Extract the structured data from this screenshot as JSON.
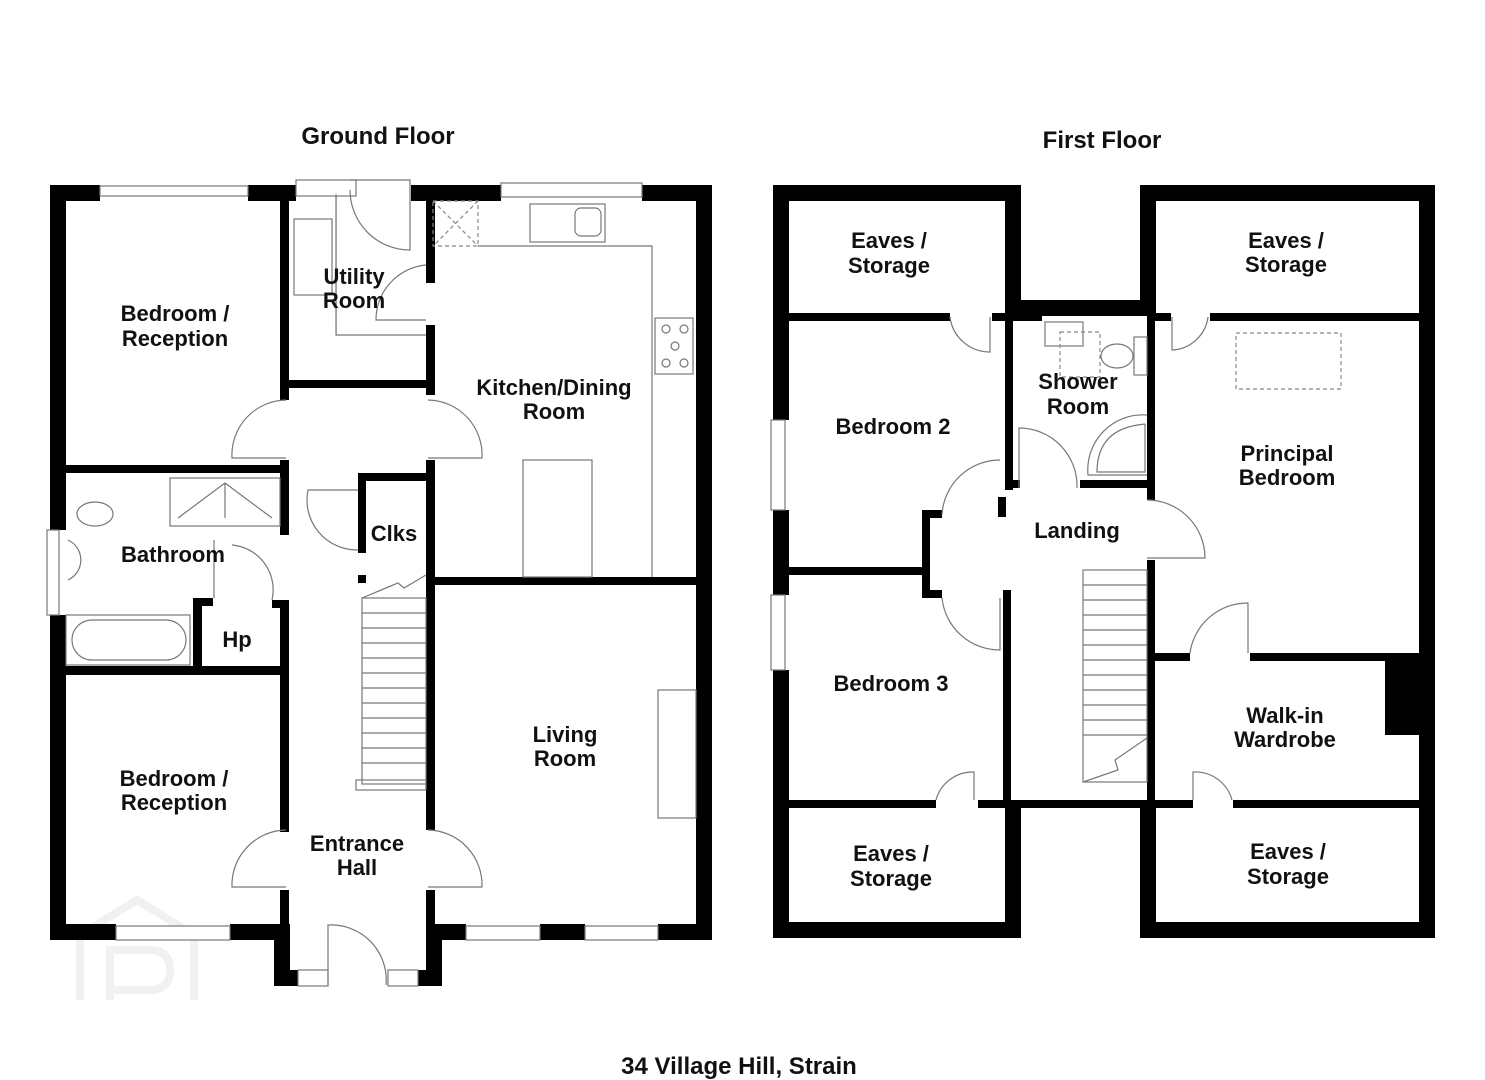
{
  "plan": {
    "address": "34 Village Hill, Strain",
    "watermark": "property-pal-logo",
    "floors": [
      {
        "name": "Ground Floor",
        "rooms": [
          {
            "id": "gf-bedroom-reception-1",
            "lines": [
              "Bedroom /",
              "Reception"
            ]
          },
          {
            "id": "gf-utility-room",
            "lines": [
              "Utility",
              "Room"
            ]
          },
          {
            "id": "gf-kitchen-dining",
            "lines": [
              "Kitchen/Dining",
              "Room"
            ]
          },
          {
            "id": "gf-bathroom",
            "lines": [
              "Bathroom"
            ]
          },
          {
            "id": "gf-clks",
            "lines": [
              "Clks"
            ]
          },
          {
            "id": "gf-hp",
            "lines": [
              "Hp"
            ]
          },
          {
            "id": "gf-living-room",
            "lines": [
              "Living",
              "Room"
            ]
          },
          {
            "id": "gf-bedroom-reception-2",
            "lines": [
              "Bedroom /",
              "Reception"
            ]
          },
          {
            "id": "gf-entrance-hall",
            "lines": [
              "Entrance",
              "Hall"
            ]
          }
        ]
      },
      {
        "name": "First Floor",
        "rooms": [
          {
            "id": "ff-eaves-storage-1",
            "lines": [
              "Eaves /",
              "Storage"
            ]
          },
          {
            "id": "ff-eaves-storage-2",
            "lines": [
              "Eaves /",
              "Storage"
            ]
          },
          {
            "id": "ff-bedroom-2",
            "lines": [
              "Bedroom 2"
            ]
          },
          {
            "id": "ff-shower-room",
            "lines": [
              "Shower",
              "Room"
            ]
          },
          {
            "id": "ff-principal-bedroom",
            "lines": [
              "Principal",
              "Bedroom"
            ]
          },
          {
            "id": "ff-landing",
            "lines": [
              "Landing"
            ]
          },
          {
            "id": "ff-bedroom-3",
            "lines": [
              "Bedroom 3"
            ]
          },
          {
            "id": "ff-walk-in-wardrobe",
            "lines": [
              "Walk-in",
              "Wardrobe"
            ]
          },
          {
            "id": "ff-eaves-storage-3",
            "lines": [
              "Eaves /",
              "Storage"
            ]
          },
          {
            "id": "ff-eaves-storage-4",
            "lines": [
              "Eaves /",
              "Storage"
            ]
          }
        ]
      }
    ]
  }
}
